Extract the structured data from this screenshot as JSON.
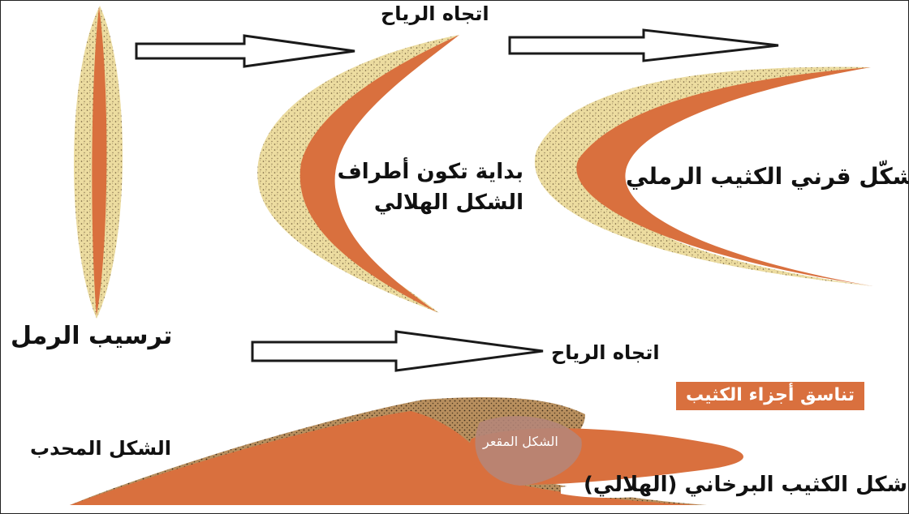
{
  "labels": {
    "wind_direction_top": "اتجاه الرياح",
    "wind_direction_bottom": "اتجاه الرياح",
    "sand_deposition": "ترسيب الرمل",
    "crescent_tips_start": "بداية تكون أطراف الشكل الهلالي",
    "dune_horns_formation": "تشكّل قرني الكثيب الرملي",
    "dune_parts_harmony": "تناسق أجزاء الكثيب",
    "convex_shape": "الشكل المحدب",
    "concave_shape": "الشكل المقعر",
    "barchan_dune_shape": "شكل الكثيب البرخاني (الهلالي)"
  },
  "colors": {
    "sand_core": "#d9703e",
    "sand_rim": "#ecdca0",
    "sand_speckle": "#6e5a3a",
    "arrow_stroke": "#1a1a1a",
    "badge_background": "#d9703e"
  }
}
